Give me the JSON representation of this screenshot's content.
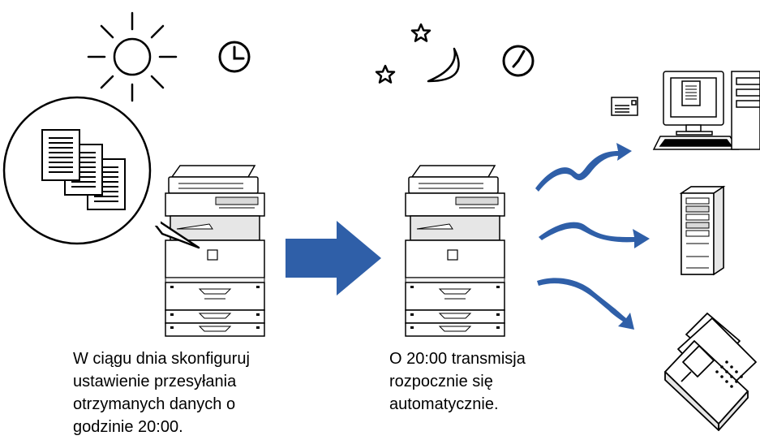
{
  "captions": {
    "left": [
      "W ciągu dnia skonfiguruj",
      "ustawienie przesyłania",
      "otrzymanych danych o",
      "godzinie 20:00."
    ],
    "middle": [
      "O 20:00 transmisja",
      "rozpocznie się",
      "automatycznie."
    ]
  },
  "icons": {
    "day": [
      "sun-icon",
      "clock-icon"
    ],
    "night": [
      "star-icon",
      "moon-icon",
      "clock-icon"
    ],
    "source": [
      "document-stack-icon",
      "multifunction-printer-icon"
    ],
    "destinations": [
      "computer-icon",
      "file-server-icon",
      "fax-machine-icon"
    ]
  },
  "colors": {
    "arrow": "#2f5fa8",
    "outline": "#000000",
    "panel": "#f2f2f2"
  }
}
